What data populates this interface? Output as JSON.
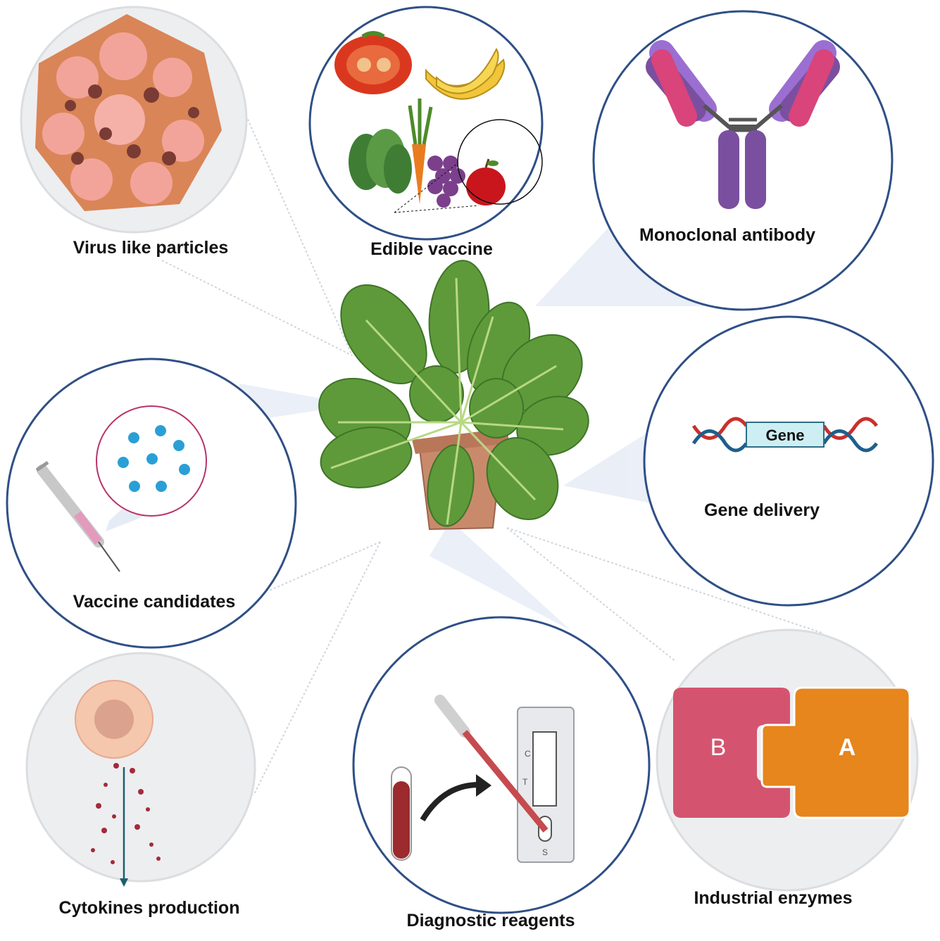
{
  "labels": {
    "vlp": "Virus like particles",
    "edible": "Edible vaccine",
    "antibody": "Monoclonal antibody",
    "gene_delivery": "Gene delivery",
    "gene_box": "Gene",
    "vaccine": "Vaccine candidates",
    "cytokines": "Cytokines production",
    "diagnostic": "Diagnostic reagents",
    "enzymes": "Industrial enzymes",
    "enzyme_a": "A",
    "enzyme_b": "B",
    "strip_c": "C",
    "strip_t": "T",
    "strip_s": "S"
  },
  "colors": {
    "circle_border": "#2f4f86",
    "leaf": "#5e9a3a",
    "pot": "#c98a6c",
    "enzyme_a": "#e6861c",
    "enzyme_b": "#d4546f",
    "antibody_arm": "#7b4fa0",
    "antibody_tip": "#d9447a",
    "vlp": "#e58a7a",
    "nanoparticle": "#2a9fd6",
    "blood": "#9c2a2e"
  }
}
